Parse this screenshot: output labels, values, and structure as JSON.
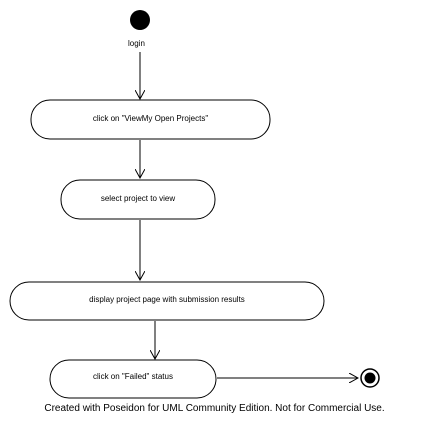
{
  "diagram": {
    "start_label": "login",
    "nodes": [
      {
        "label": "click on \"ViewMy Open Projects\""
      },
      {
        "label": "select project to view"
      },
      {
        "label": "display project page with submission results"
      },
      {
        "label": "click on \"Failed\" status"
      }
    ]
  },
  "footer": {
    "text": "Created with Poseidon for UML Community Edition. Not for Commercial Use."
  }
}
